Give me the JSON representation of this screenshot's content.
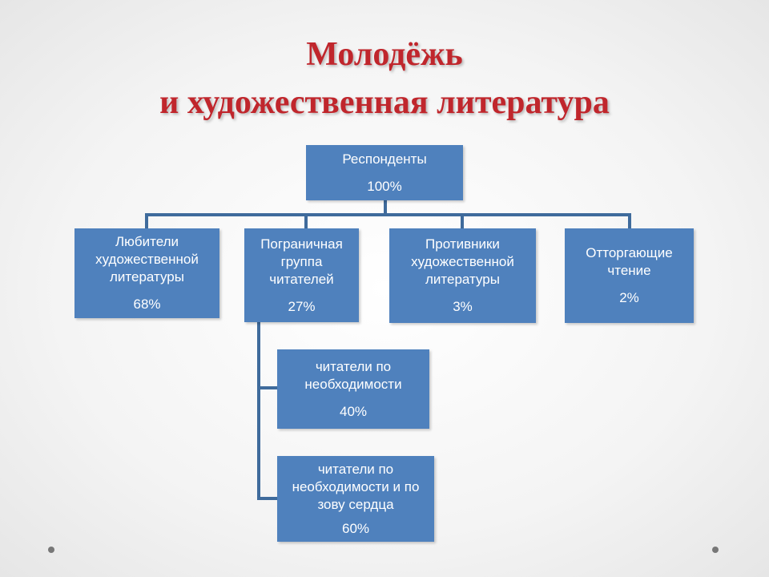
{
  "title": {
    "line1": "Молодёжь",
    "line2": "и художественная литература"
  },
  "root": {
    "label": "Респонденты",
    "value": "100%"
  },
  "groups": [
    {
      "label": "Любители художественной литературы",
      "value": "68%"
    },
    {
      "label": "Пограничная группа читателей",
      "value": "27%"
    },
    {
      "label": "Противники художественной литературы",
      "value": "3%"
    },
    {
      "label": "Отторгающие чтение",
      "value": "2%"
    }
  ],
  "subgroups": [
    {
      "label": "читатели по необходимости",
      "value": "40%"
    },
    {
      "label": "читатели по необходимости и по зову сердца",
      "value": "60%"
    }
  ],
  "colors": {
    "box": "#4f81bd",
    "title": "#c0262c",
    "connector": "#3f6b9c"
  }
}
